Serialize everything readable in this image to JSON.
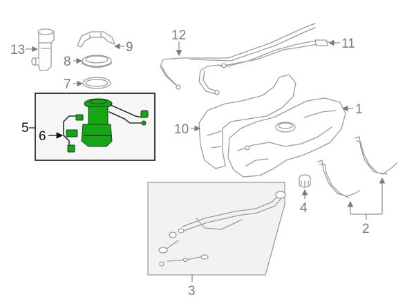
{
  "callouts": {
    "c1": "1",
    "c2": "2",
    "c3": "3",
    "c4": "4",
    "c5": "5",
    "c6": "6",
    "c7": "7",
    "c8": "8",
    "c9": "9",
    "c10": "10",
    "c11": "11",
    "c12": "12",
    "c13": "13"
  },
  "colors": {
    "highlight": "#14a614",
    "outline": "#9a9a9a",
    "highlight_box": "#111111"
  }
}
